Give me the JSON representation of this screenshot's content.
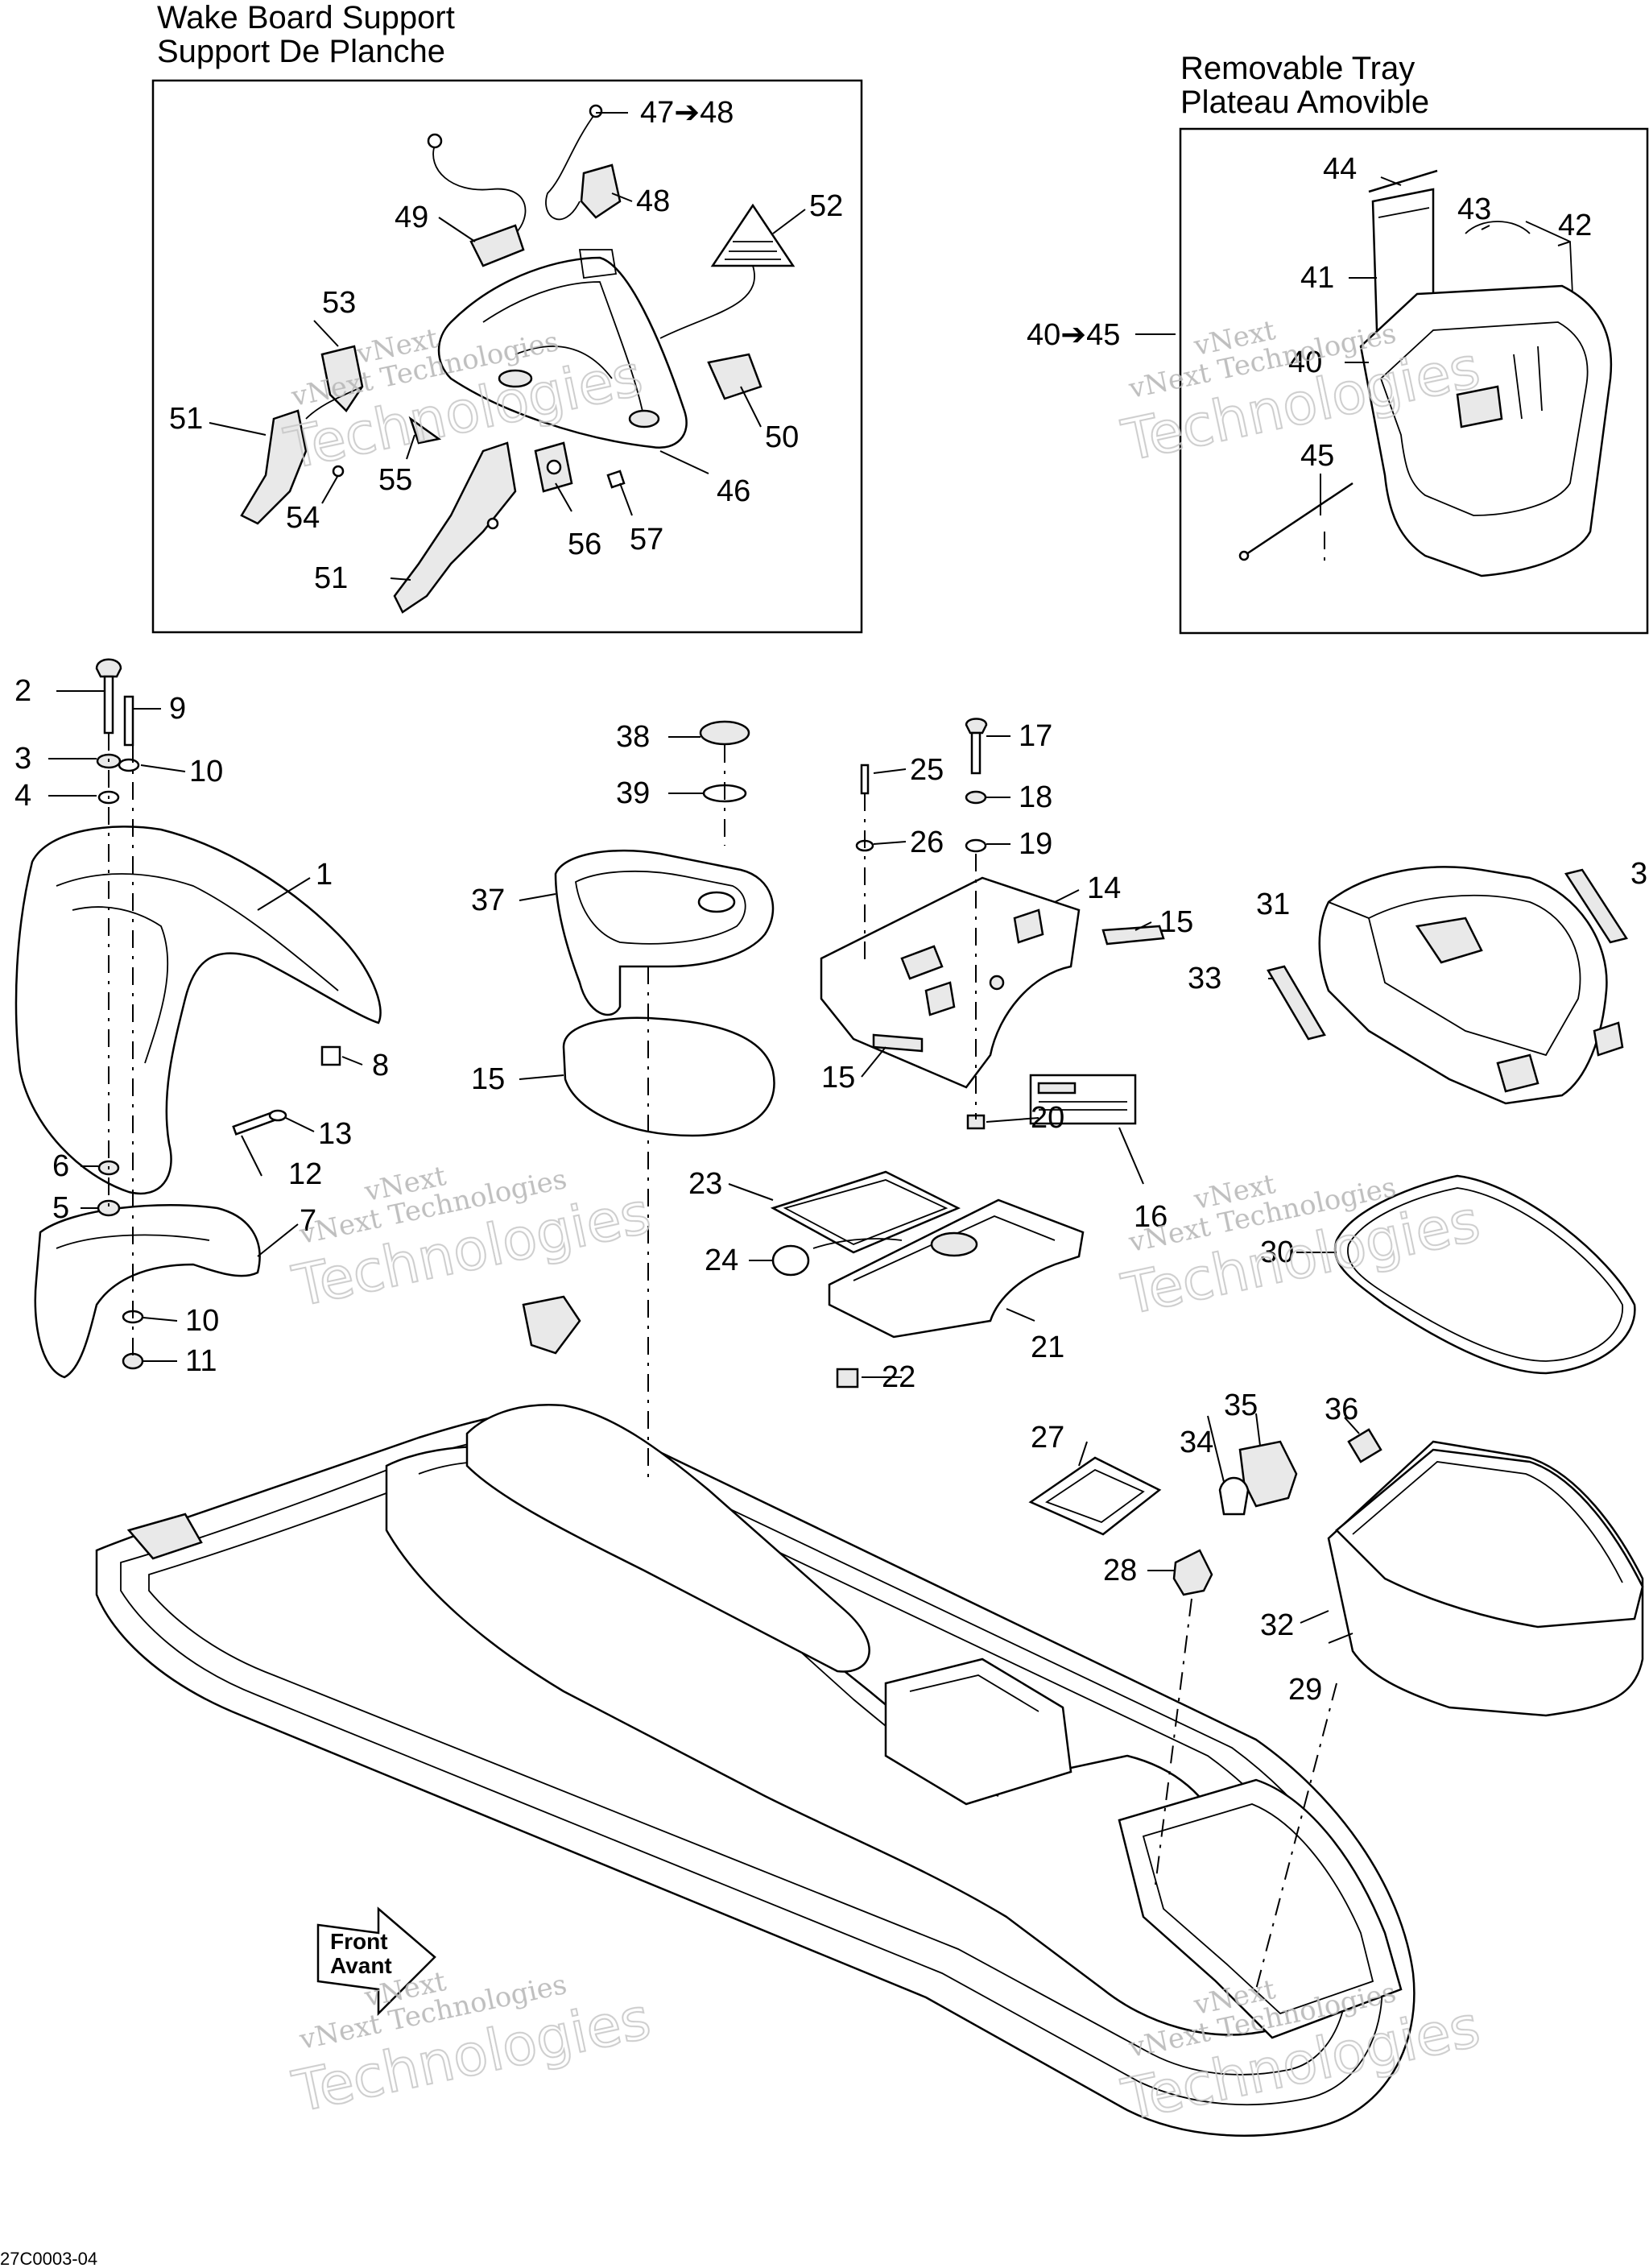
{
  "insets": {
    "wake_board": {
      "title_en": "Wake Board Support",
      "title_fr": "Support De Planche"
    },
    "removable_tray": {
      "title_en": "Removable Tray",
      "title_fr": "Plateau Amovible"
    }
  },
  "callouts": {
    "c1": "1",
    "c2": "2",
    "c3": "3",
    "c4": "4",
    "c5": "5",
    "c6": "6",
    "c7": "7",
    "c8": "8",
    "c9": "9",
    "c10a": "10",
    "c10b": "10",
    "c11": "11",
    "c12": "12",
    "c13": "13",
    "c14": "14",
    "c15a": "15",
    "c15b": "15",
    "c15c": "15",
    "c16": "16",
    "c17": "17",
    "c18": "18",
    "c19": "19",
    "c20": "20",
    "c21": "21",
    "c22": "22",
    "c23": "23",
    "c24": "24",
    "c25": "25",
    "c26": "26",
    "c27": "27",
    "c28": "28",
    "c29": "29",
    "c30": "30",
    "c31": "31",
    "c32": "32",
    "c33": "33",
    "c33b": "3",
    "c34": "34",
    "c35": "35",
    "c36": "36",
    "c37": "37",
    "c38": "38",
    "c39": "39",
    "c40a": "40➔45",
    "c40b": "40",
    "c41": "41",
    "c42": "42",
    "c43": "43",
    "c44": "44",
    "c45": "45",
    "c46": "46",
    "c47": "47➔48",
    "c48": "48",
    "c49": "49",
    "c50": "50",
    "c51a": "51",
    "c51b": "51",
    "c52": "52",
    "c53": "53",
    "c54": "54",
    "c55": "55",
    "c56": "56",
    "c57": "57"
  },
  "front_sign": {
    "line1": "Front",
    "line2": "Avant"
  },
  "watermark": {
    "line1": "vNext",
    "line2": "vNext Technologies",
    "line3": "Technologies"
  },
  "footer_code": "27C0003-04"
}
